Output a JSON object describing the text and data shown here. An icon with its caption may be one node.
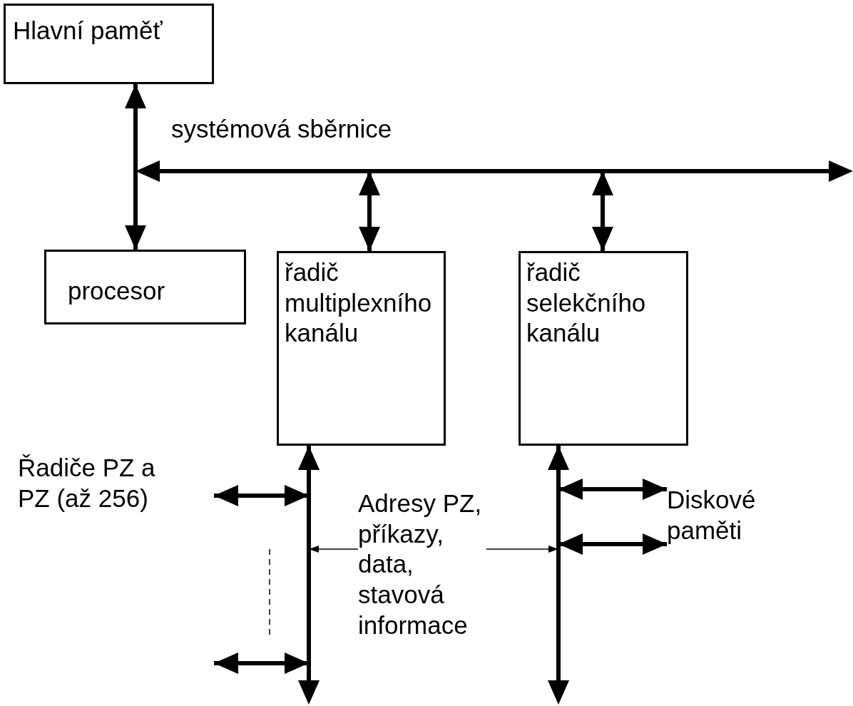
{
  "diagram": {
    "nodes": [
      {
        "text": [
          "Hlavní paměť"
        ]
      },
      {
        "text": [],
        "shape": "bar",
        "beside": [
          "systémová sběrnice"
        ]
      },
      {
        "text": [
          "procesor"
        ]
      },
      {
        "text": [
          "řadič multiplexního kanálu"
        ]
      },
      {
        "text": [
          "řadič selekčního kanálu"
        ]
      },
      {
        "text": [],
        "shape": "bar"
      },
      {
        "text": [],
        "shape": "bar"
      },
      {
        "text": [
          "Diskové paměti"
        ]
      },
      {
        "text": [
          "Adresy PZ, příkazy, data, stavová informace"
        ]
      }
    ],
    "edges": [
      {
        "from": 0,
        "to": 2,
        "arrow": "both"
      },
      {
        "from": 1,
        "to": 3,
        "arrow": "both"
      },
      {
        "from": 1,
        "to": 4,
        "arrow": "both"
      },
      {
        "from": 5,
        "to": 3,
        "arrow": "to"
      },
      {
        "from": 6,
        "to": 4,
        "arrow": "to"
      },
      {
        "from": null,
        "to": 5,
        "arrow": "both"
      },
      {
        "from": null,
        "to": 5,
        "arrow": "both"
      },
      {
        "from": 6,
        "to": 7,
        "arrow": "both"
      },
      {
        "from": 6,
        "to": 7,
        "arrow": "both"
      },
      {
        "from": 8,
        "to": 5,
        "arrow": "to"
      },
      {
        "from": 8,
        "to": 6,
        "arrow": "to"
      }
    ],
    "labels": [
      "Řadiče PZ a PZ (až 256)"
    ]
  }
}
